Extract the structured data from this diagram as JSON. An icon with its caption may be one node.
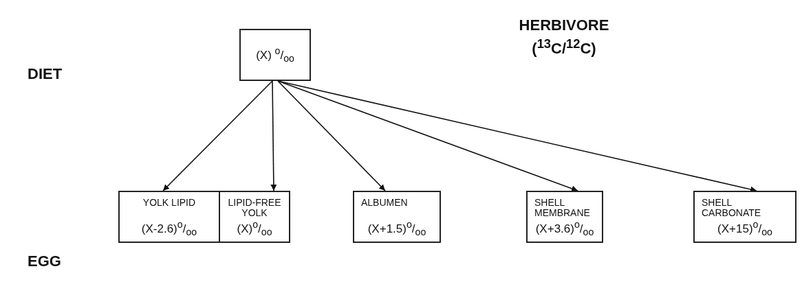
{
  "diagram": {
    "title": "HERBIVORE ($^{13}$C/$^{12}$C)",
    "nodes": [
      {
        "text": [
          "(X) $^{o}$/$_{oo}$"
        ]
      },
      {
        "text": [
          "YOLK LIPID",
          "(X-2.6)$^{o}$/$_{oo}$"
        ]
      },
      {
        "text": [
          "LIPID-FREE YOLK",
          "(X)$^{o}$/$_{oo}$"
        ]
      },
      {
        "text": [
          "ALBUMEN",
          "(X+1.5)$^{o}$/$_{oo}$"
        ]
      },
      {
        "text": [
          "SHELL MEMBRANE",
          "(X+3.6)$^{o}$/$_{oo}$"
        ]
      },
      {
        "text": [
          "SHELL CARBONATE",
          "(X+15)$^{o}$/$_{oo}$"
        ]
      }
    ],
    "edges": [
      {
        "from": 0,
        "to": 1,
        "arrow": "to"
      },
      {
        "from": 0,
        "to": 2,
        "arrow": "to"
      },
      {
        "from": 0,
        "to": 3,
        "arrow": "to"
      },
      {
        "from": 0,
        "to": 4,
        "arrow": "to"
      },
      {
        "from": 0,
        "to": 5,
        "arrow": "to"
      }
    ],
    "labels": [
      "DIET",
      "EGG"
    ]
  }
}
